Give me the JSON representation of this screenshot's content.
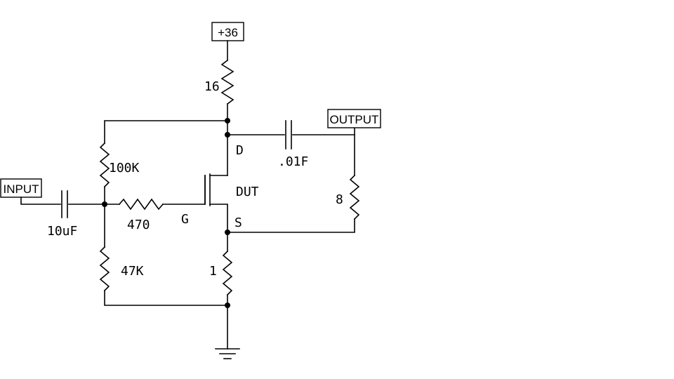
{
  "ports": {
    "supply": "+36",
    "input": "INPUT",
    "output": "OUTPUT"
  },
  "components": {
    "drain_resistor": "16",
    "bias_top_resistor": "100K",
    "bias_bottom_resistor": "47K",
    "gate_resistor": "470",
    "input_capacitor": "10uF",
    "output_capacitor": ".01F",
    "load_resistor": "8",
    "source_resistor": "1",
    "device": "DUT"
  },
  "pins": {
    "drain": "D",
    "gate": "G",
    "source": "S"
  }
}
